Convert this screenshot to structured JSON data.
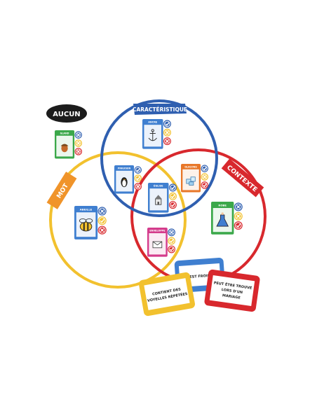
{
  "categories": {
    "aucun": "AUCUN",
    "caracteristique": "CARACTÉRISTIQUE",
    "mot": "MOT",
    "contexte": "CONTEXTE"
  },
  "colors": {
    "caracteristique": "#2f5fb0",
    "mot": "#f2c12e",
    "contexte": "#d8282d",
    "card_blue": "#3f7fd0",
    "card_green": "#3ba84a",
    "card_orange": "#e8782a",
    "card_pink": "#d43c8c",
    "check": "#f2c12e",
    "cross_red": "#d8282d",
    "cross_blue": "#2f5fb0"
  },
  "cards": [
    {
      "id": "gland",
      "label": "GLAND",
      "color": "green",
      "icon": "acorn-icon",
      "marks": [
        "cross-blue",
        "cross-yellow",
        "cross-red"
      ]
    },
    {
      "id": "ancre",
      "label": "ANCRE",
      "color": "blue",
      "icon": "anchor-icon",
      "marks": [
        "check-blue",
        "cross-yellow",
        "cross-red"
      ]
    },
    {
      "id": "pingouin",
      "label": "PINGOUIN",
      "color": "blue",
      "icon": "penguin-icon",
      "marks": [
        "check-blue",
        "check-yellow",
        "cross-red"
      ]
    },
    {
      "id": "glacons",
      "label": "GLAÇONS",
      "color": "orange",
      "icon": "icecubes-icon",
      "marks": [
        "check-blue",
        "cross-yellow",
        "check-red"
      ]
    },
    {
      "id": "eglise",
      "label": "ÉGLISE",
      "color": "blue",
      "icon": "church-icon",
      "marks": [
        "check-blue",
        "check-yellow",
        "check-red"
      ]
    },
    {
      "id": "abeille",
      "label": "ABEILLE",
      "color": "blue",
      "icon": "bee-icon",
      "marks": [
        "cross-blue",
        "check-yellow",
        "cross-red"
      ]
    },
    {
      "id": "robe",
      "label": "ROBE",
      "color": "green",
      "icon": "dress-icon",
      "marks": [
        "cross-blue",
        "cross-yellow",
        "check-red"
      ]
    },
    {
      "id": "enveloppe",
      "label": "ENVELOPPE",
      "color": "pink",
      "icon": "envelope-icon",
      "marks": [
        "cross-blue",
        "check-yellow",
        "check-red"
      ]
    }
  ],
  "clues": {
    "yellow": [
      "CONTIENT DES",
      "VOYELLES RÉPÉTÉES"
    ],
    "blue": [
      "EST FROID"
    ],
    "red": [
      "PEUT ÊTRE TROUVÉ",
      "LORS D'UN",
      "MARIAGE"
    ]
  }
}
